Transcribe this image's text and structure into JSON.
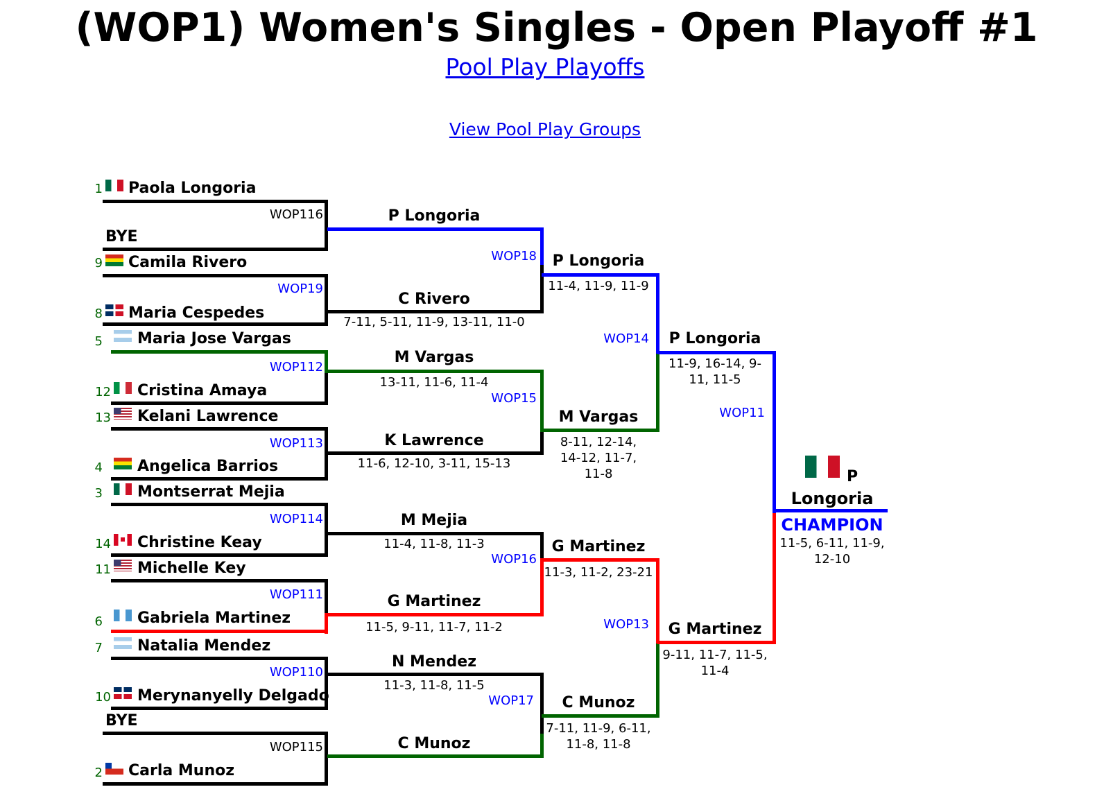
{
  "title": "(WOP1) Women's Singles - Open Playoff #1",
  "links": {
    "pool_play_playoffs": "Pool Play Playoffs",
    "view_pool_play_groups": "View Pool Play Groups"
  },
  "colors": {
    "line": "#000000",
    "winner_path": "#0000ff",
    "runner_up_path": "#ff0000",
    "advance_path": "#006400",
    "link": "#0000ee"
  },
  "round1": [
    {
      "code": "WOP116",
      "top": {
        "seed": "1",
        "flag": "flag-mexico",
        "name": "Paola Longoria"
      },
      "bottom": {
        "name": "BYE"
      },
      "winner": "P Longoria",
      "score": ""
    },
    {
      "code": "WOP19",
      "top": {
        "seed": "9",
        "flag": "flag-bolivia",
        "name": "Camila Rivero"
      },
      "bottom": {
        "seed": "8",
        "flag": "flag-dominican-republic",
        "name": "Maria Cespedes"
      },
      "winner": "C Rivero",
      "score": "7-11, 5-11, 11-9, 13-11, 11-0"
    },
    {
      "code": "WOP112",
      "top": {
        "seed": "5",
        "flag": "flag-argentina",
        "name": "Maria Jose Vargas"
      },
      "bottom": {
        "seed": "12",
        "flag": "flag-italy",
        "name": "Cristina Amaya"
      },
      "winner": "M Vargas",
      "score": "13-11, 11-6, 11-4"
    },
    {
      "code": "WOP113",
      "top": {
        "seed": "13",
        "flag": "flag-usa",
        "name": "Kelani Lawrence"
      },
      "bottom": {
        "seed": "4",
        "flag": "flag-bolivia",
        "name": "Angelica Barrios"
      },
      "winner": "K Lawrence",
      "score": "11-6, 12-10, 3-11, 15-13"
    },
    {
      "code": "WOP114",
      "top": {
        "seed": "3",
        "flag": "flag-mexico",
        "name": "Montserrat Mejia"
      },
      "bottom": {
        "seed": "14",
        "flag": "flag-canada",
        "name": "Christine Keay"
      },
      "winner": "M Mejia",
      "score": "11-4, 11-8, 11-3"
    },
    {
      "code": "WOP111",
      "top": {
        "seed": "11",
        "flag": "flag-usa",
        "name": "Michelle Key"
      },
      "bottom": {
        "seed": "6",
        "flag": "flag-guatemala",
        "name": "Gabriela Martinez"
      },
      "winner": "G Martinez",
      "score": "11-5, 9-11, 11-7, 11-2"
    },
    {
      "code": "WOP110",
      "top": {
        "seed": "7",
        "flag": "flag-argentina",
        "name": "Natalia Mendez"
      },
      "bottom": {
        "seed": "10",
        "flag": "flag-dominican-republic",
        "name": "Merynanyelly Delgado"
      },
      "winner": "N Mendez",
      "score": "11-3, 11-8, 11-5"
    },
    {
      "code": "WOP115",
      "top": {
        "name": "BYE"
      },
      "bottom": {
        "seed": "2",
        "flag": "flag-chile",
        "name": "Carla Munoz"
      },
      "winner": "C Munoz",
      "score": ""
    }
  ],
  "quarterfinals": [
    {
      "code": "WOP18",
      "winner": "P Longoria",
      "score": "11-4, 11-9, 11-9"
    },
    {
      "code": "WOP15",
      "winner": "M Vargas",
      "score": "8-11, 12-14, 14-12, 11-7, 11-8"
    },
    {
      "code": "WOP16",
      "winner": "G Martinez",
      "score": "11-3, 11-2, 23-21"
    },
    {
      "code": "WOP17",
      "winner": "C Munoz",
      "score": "7-11, 11-9, 6-11, 11-8, 11-8"
    }
  ],
  "semifinals": [
    {
      "code": "WOP14",
      "winner": "P Longoria",
      "score": "11-9, 16-14, 9-11, 11-5"
    },
    {
      "code": "WOP13",
      "winner": "G Martinez",
      "score": "9-11, 11-7, 11-5, 11-4"
    }
  ],
  "final": {
    "code": "WOP11",
    "champion_first": "P",
    "champion_last": "Longoria",
    "champion_flag": "flag-mexico",
    "champion_label": "CHAMPION",
    "score": "11-5, 6-11, 11-9, 12-10"
  }
}
